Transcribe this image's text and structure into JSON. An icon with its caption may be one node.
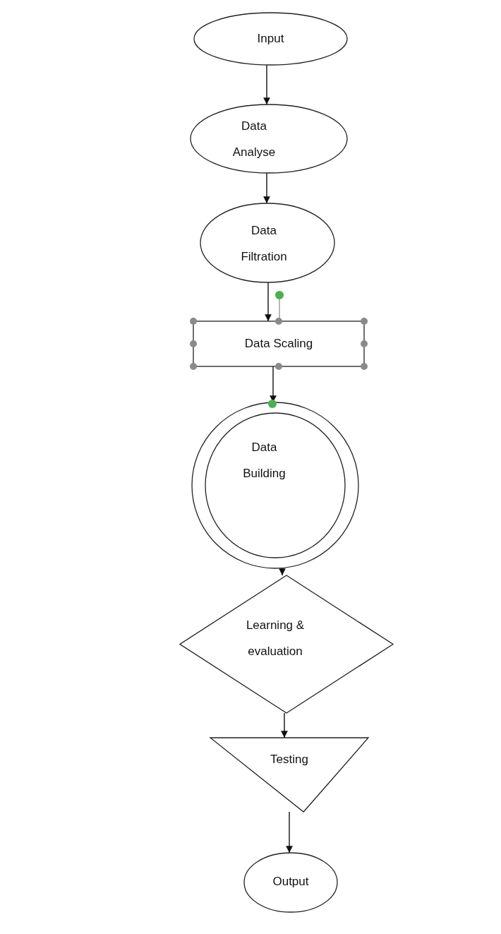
{
  "diagram": {
    "nodes": [
      {
        "text": [
          "Input"
        ]
      },
      {
        "text": [
          "Data Analyse"
        ]
      },
      {
        "text": [
          "Data Filtration"
        ]
      },
      {
        "text": [
          "Data Scaling"
        ]
      },
      {
        "text": [
          "Data Building"
        ]
      },
      {
        "text": [
          "Learning & evaluation"
        ]
      },
      {
        "text": [
          "Testing"
        ]
      },
      {
        "text": [
          "Output"
        ]
      }
    ],
    "edges": [
      {
        "from": 0,
        "to": 1,
        "arrow": "to"
      },
      {
        "from": 1,
        "to": 2,
        "arrow": "to"
      },
      {
        "from": 2,
        "to": 3,
        "arrow": "to"
      },
      {
        "from": 3,
        "to": 4,
        "arrow": "to"
      },
      {
        "from": 4,
        "to": 5,
        "arrow": "to"
      },
      {
        "from": 5,
        "to": 6,
        "arrow": "to"
      },
      {
        "from": 6,
        "to": 7,
        "arrow": "to"
      }
    ]
  }
}
